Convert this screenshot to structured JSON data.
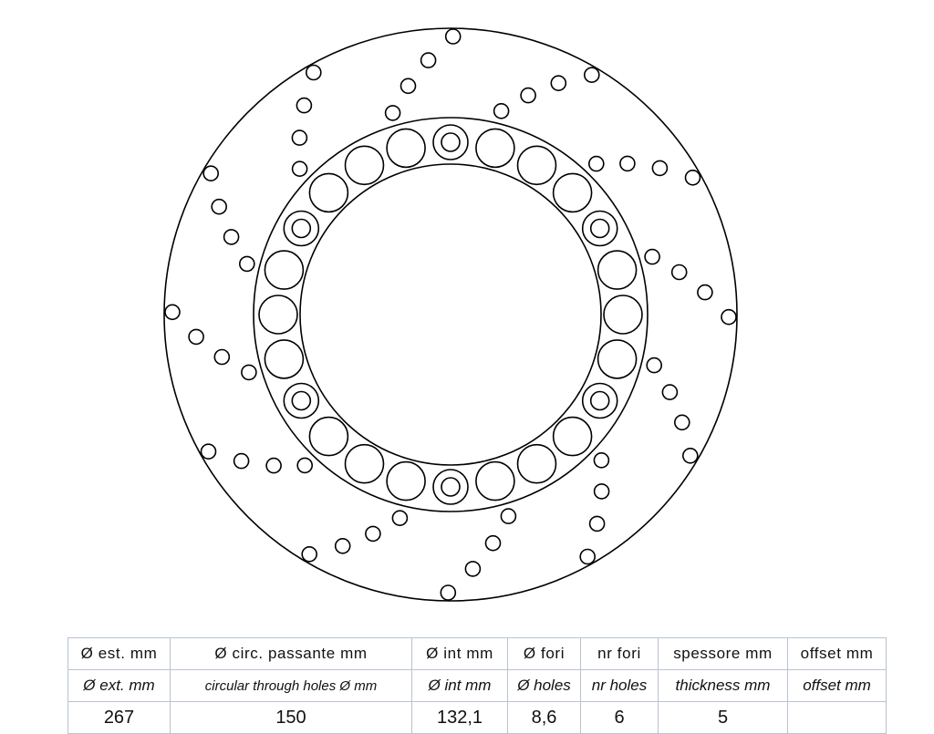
{
  "table": {
    "headers_it": [
      "Ø est. mm",
      "Ø circ. passante mm",
      "Ø int mm",
      "Ø fori",
      "nr fori",
      "spessore mm",
      "offset mm"
    ],
    "headers_en": [
      "Ø ext. mm",
      "circular through holes Ø mm",
      "Ø int mm",
      "Ø holes",
      "nr holes",
      "thickness mm",
      "offset mm"
    ],
    "values": [
      "267",
      "150",
      "132,1",
      "8,6",
      "6",
      "5",
      ""
    ]
  }
}
